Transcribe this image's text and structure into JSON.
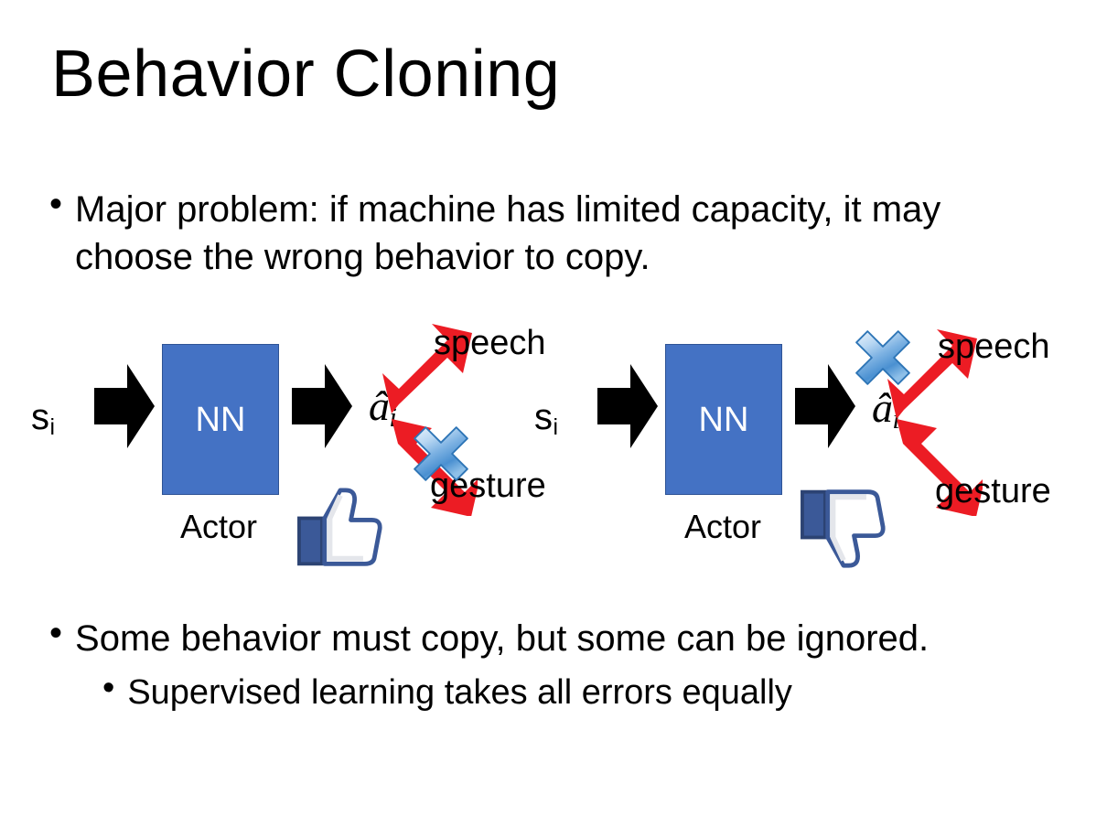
{
  "slide": {
    "title": "Behavior Cloning",
    "background_color": "#FFFFFF"
  },
  "bullets": {
    "top": {
      "marker": "•",
      "text": "Major problem: if machine has limited capacity, it may choose the wrong behavior to copy."
    },
    "bottom_1": {
      "marker": "•",
      "text": "Some behavior must copy, but some can be ignored."
    },
    "bottom_2": {
      "marker": "•",
      "text": "Supervised learning takes all errors equally"
    }
  },
  "colors": {
    "nn_box_fill": "#4472C4",
    "nn_box_border": "#2E5395",
    "arrow_black": "#000000",
    "red_arrow": "#EC1C24",
    "blue_x_light": "#CFE3F7",
    "blue_x_mid": "#6FA8DC",
    "blue_x_dark": "#2E75B6",
    "thumb_blue": "#3B5998",
    "thumb_fill": "#FFFFFF",
    "text": "#000000"
  },
  "diagrams": [
    {
      "id": "left",
      "state_symbol": "s",
      "state_subscript": "i",
      "nn_label": "NN",
      "module_label": "Actor",
      "action_symbol": "â",
      "action_subscript": "i",
      "option_upper": "speech",
      "option_lower": "gesture",
      "crossed_out_option": "gesture",
      "cross_icon": "blue-x-icon",
      "verdict_icon": "thumbs-up-icon",
      "verdict": "approved"
    },
    {
      "id": "right",
      "state_symbol": "s",
      "state_subscript": "i",
      "nn_label": "NN",
      "module_label": "Actor",
      "action_symbol": "â",
      "action_subscript": "i",
      "option_upper": "speech",
      "option_lower": "gesture",
      "crossed_out_option": "speech",
      "cross_icon": "blue-x-icon",
      "verdict_icon": "thumbs-down-icon",
      "verdict": "rejected"
    }
  ]
}
